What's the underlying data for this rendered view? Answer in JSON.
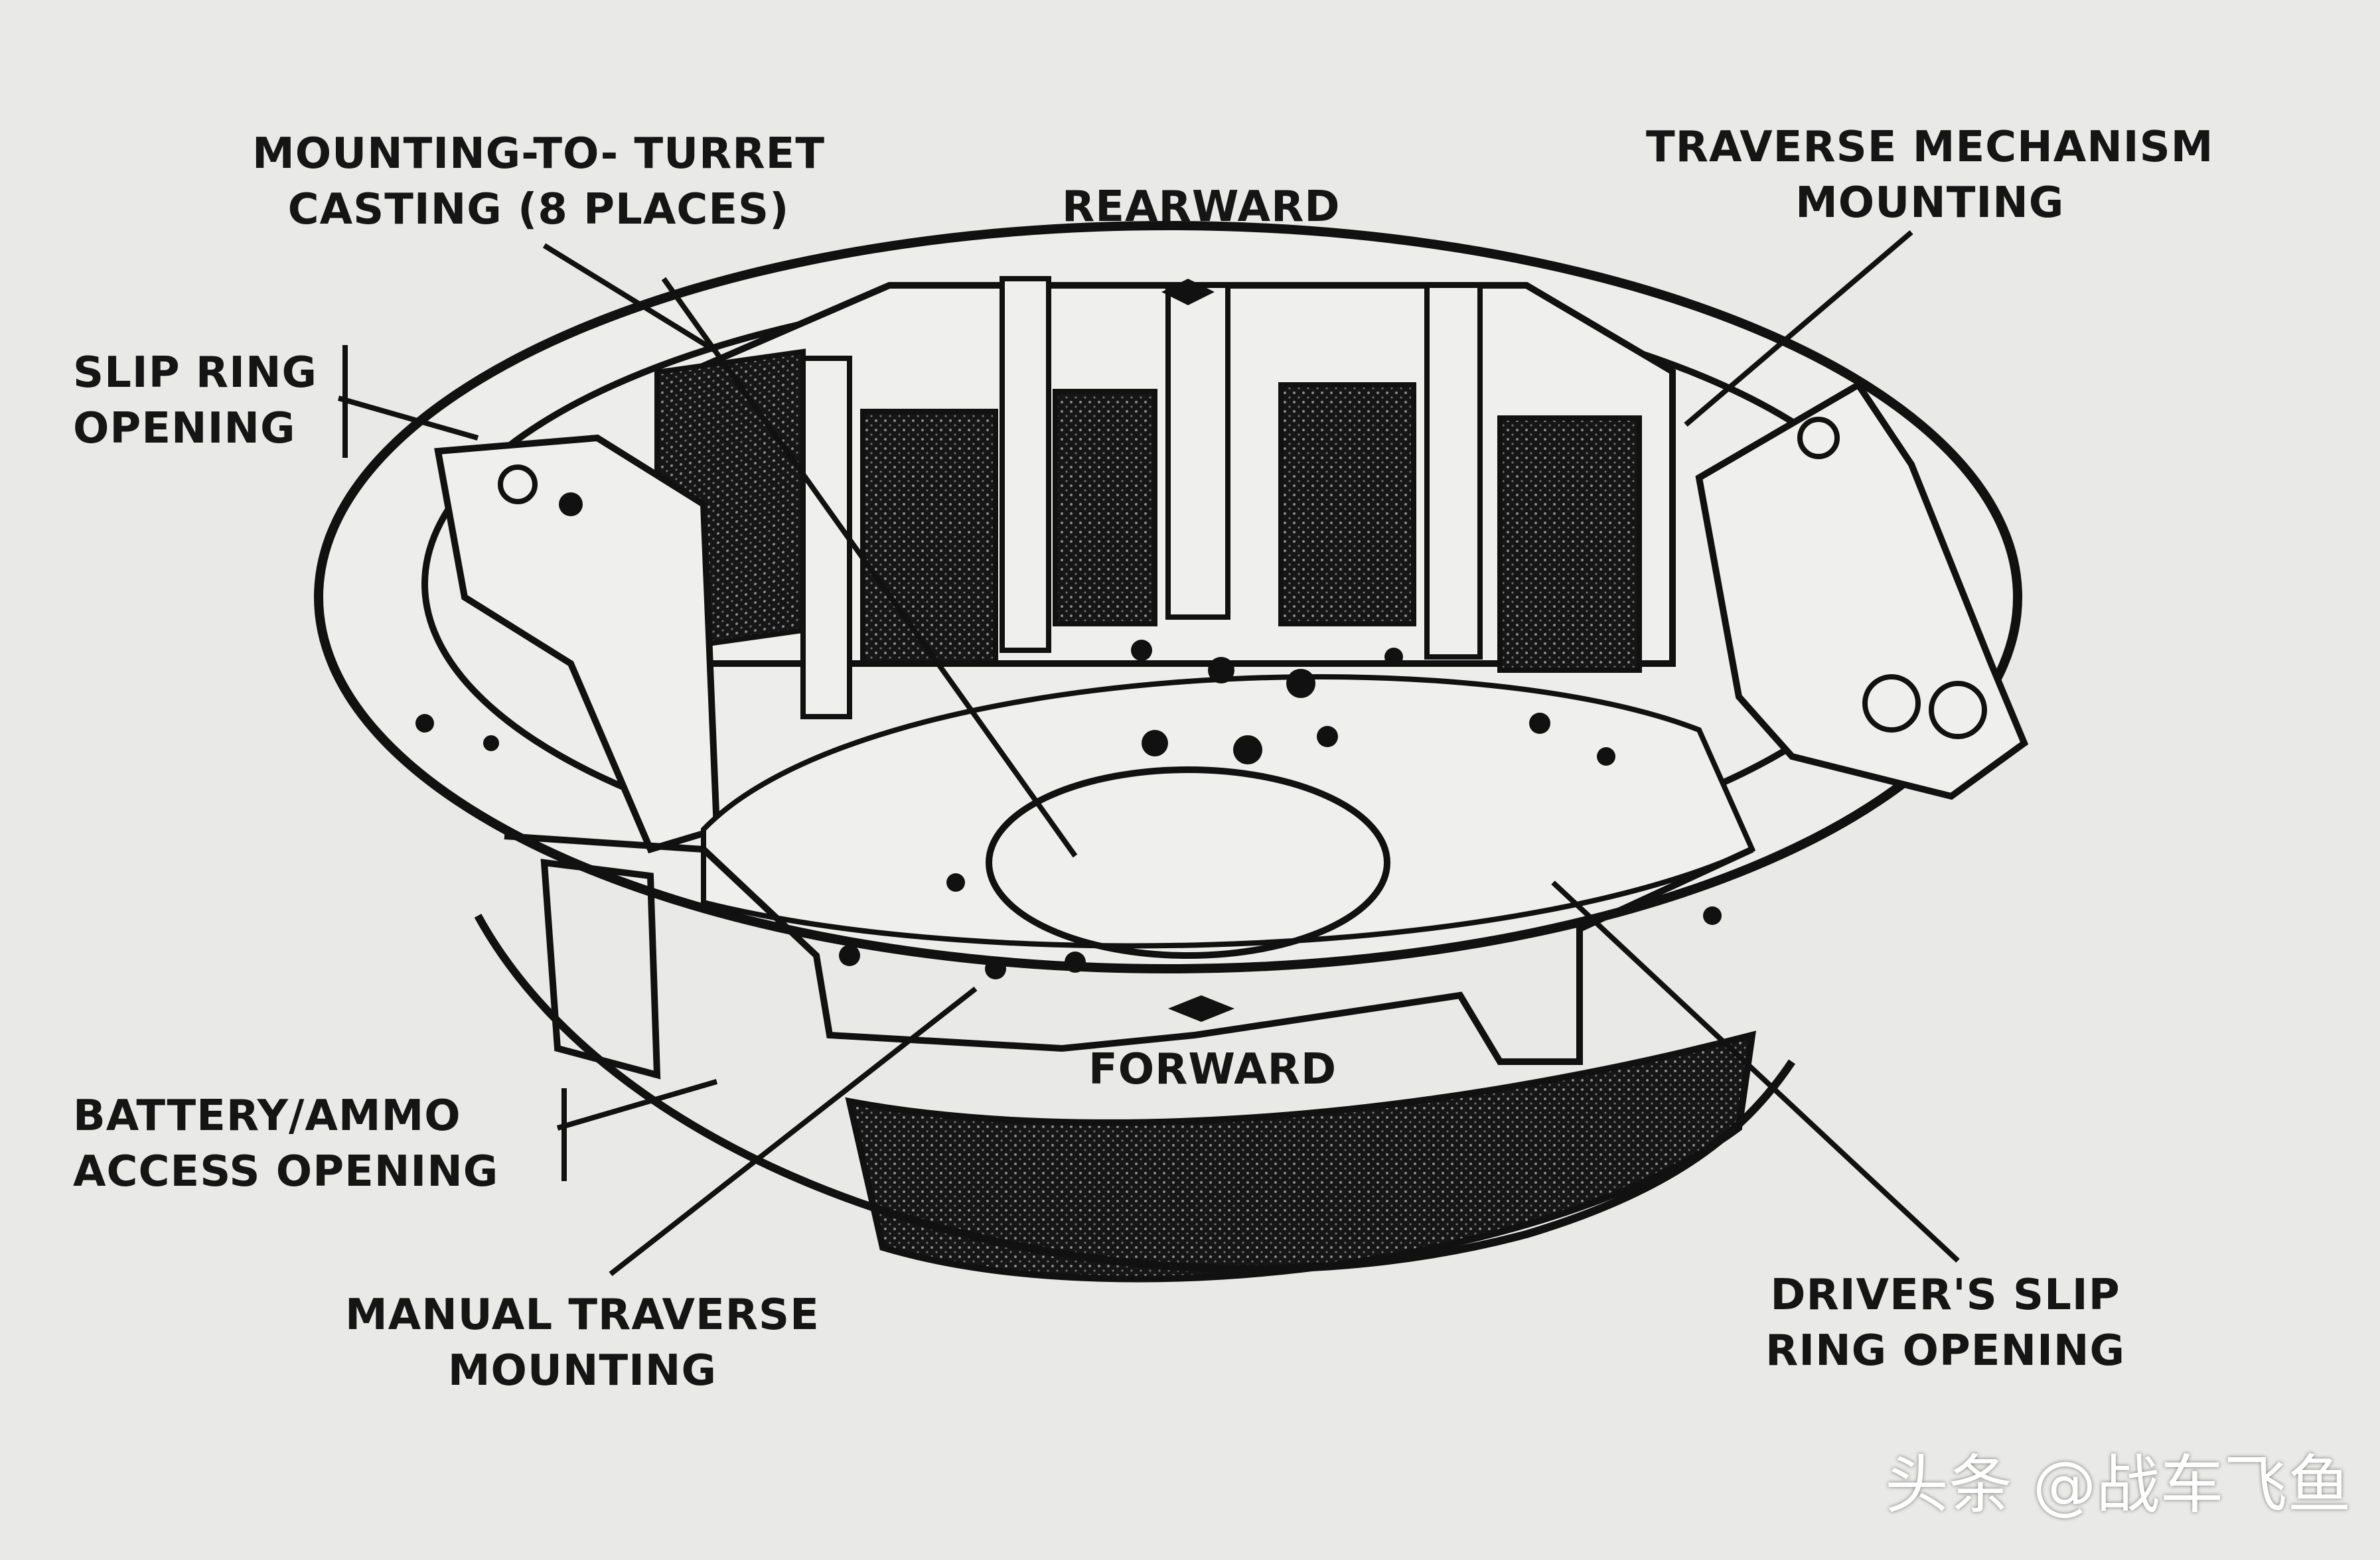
{
  "labels": {
    "mounting": [
      "MOUNTING-TO- TURRET",
      "CASTING (8 PLACES)"
    ],
    "rearward": "REARWARD",
    "traverse_mech": [
      "TRAVERSE MECHANISM",
      "MOUNTING"
    ],
    "slip_ring": [
      "SLIP RING",
      "OPENING"
    ],
    "forward": "FORWARD",
    "battery": [
      "BATTERY/AMMO",
      "ACCESS OPENING"
    ],
    "manual": [
      "MANUAL TRAVERSE",
      "MOUNTING"
    ],
    "drivers": [
      "DRIVER'S SLIP",
      "RING OPENING"
    ]
  },
  "watermark": "头条 @战车飞鱼",
  "colors": {
    "ink": "#151515",
    "paper": "#e9e9e7"
  }
}
